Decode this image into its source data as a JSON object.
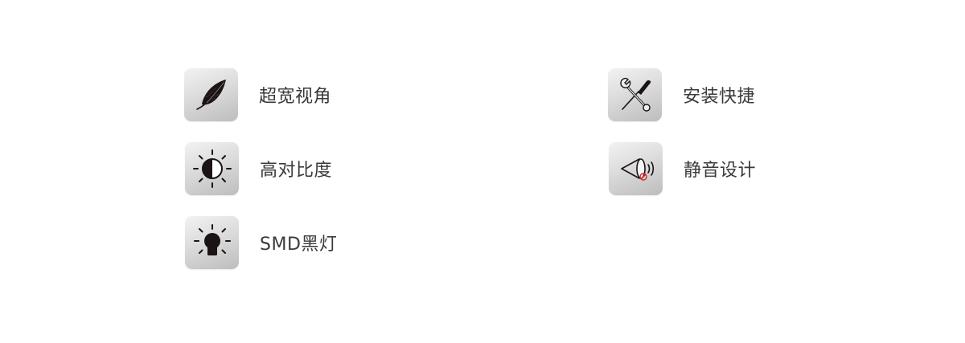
{
  "features": [
    {
      "label": "超宽视角",
      "icon": "feather-icon"
    },
    {
      "label": "高对比度",
      "icon": "contrast-icon"
    },
    {
      "label": "SMD黑灯",
      "icon": "bulb-icon"
    },
    {
      "label": "安装快捷",
      "icon": "tools-icon"
    },
    {
      "label": "静音设计",
      "icon": "speaker-mute-icon"
    }
  ],
  "colors": {
    "text": "#3a3a3a",
    "icon_dark": "#1a1414",
    "mute_accent": "#d9262c"
  }
}
